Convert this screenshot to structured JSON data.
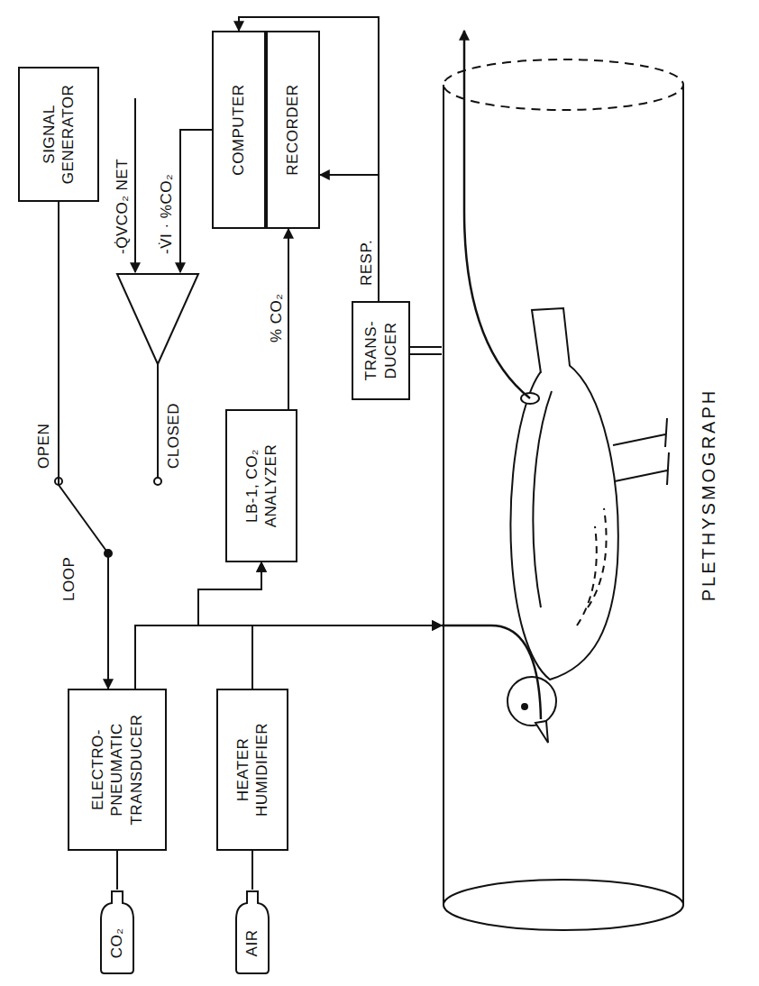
{
  "diagram": {
    "nodes": [
      {
        "text": [
          "SIGNAL GENERATOR"
        ]
      },
      {
        "text": [
          "COMPUTER"
        ]
      },
      {
        "text": [
          "RECORDER"
        ]
      },
      {
        "text": [
          "ELECTRO- PNEUMATIC TRANSDUCER"
        ]
      },
      {
        "text": [
          "LB-1, CO₂ ANALYZER"
        ]
      },
      {
        "text": [
          "TRANS- DUCER"
        ]
      },
      {
        "text": [
          "HEATER HUMIDIFIER"
        ]
      },
      {
        "text": [
          "CO₂"
        ]
      },
      {
        "text": [
          "AIR"
        ]
      },
      {
        "text": [
          "PLETHYSMOGRAPH"
        ]
      }
    ],
    "edges": [
      {
        "from": 7,
        "to": 3,
        "arrow": "none"
      },
      {
        "from": 8,
        "to": 6,
        "arrow": "none"
      },
      {
        "from": 0,
        "to": 3,
        "arrow": "to"
      },
      {
        "from": 3,
        "to": 9,
        "arrow": "to"
      },
      {
        "from": 6,
        "to": 9,
        "arrow": "to"
      },
      {
        "from": 3,
        "to": 4,
        "arrow": "to"
      },
      {
        "from": 6,
        "to": 4,
        "arrow": "to"
      },
      {
        "from": 4,
        "to": 2,
        "label": "% CO₂",
        "arrow": "to"
      },
      {
        "from": 5,
        "to": 9,
        "arrow": "none"
      },
      {
        "from": 5,
        "to": 2,
        "label": "RESP.",
        "arrow": "to"
      },
      {
        "from": 5,
        "to": 1,
        "arrow": "to"
      }
    ],
    "labels": [
      "LOOP",
      "OPEN",
      "CLOSED",
      "-Q̇VCO₂ NET",
      "-V̇I · %CO₂"
    ]
  }
}
